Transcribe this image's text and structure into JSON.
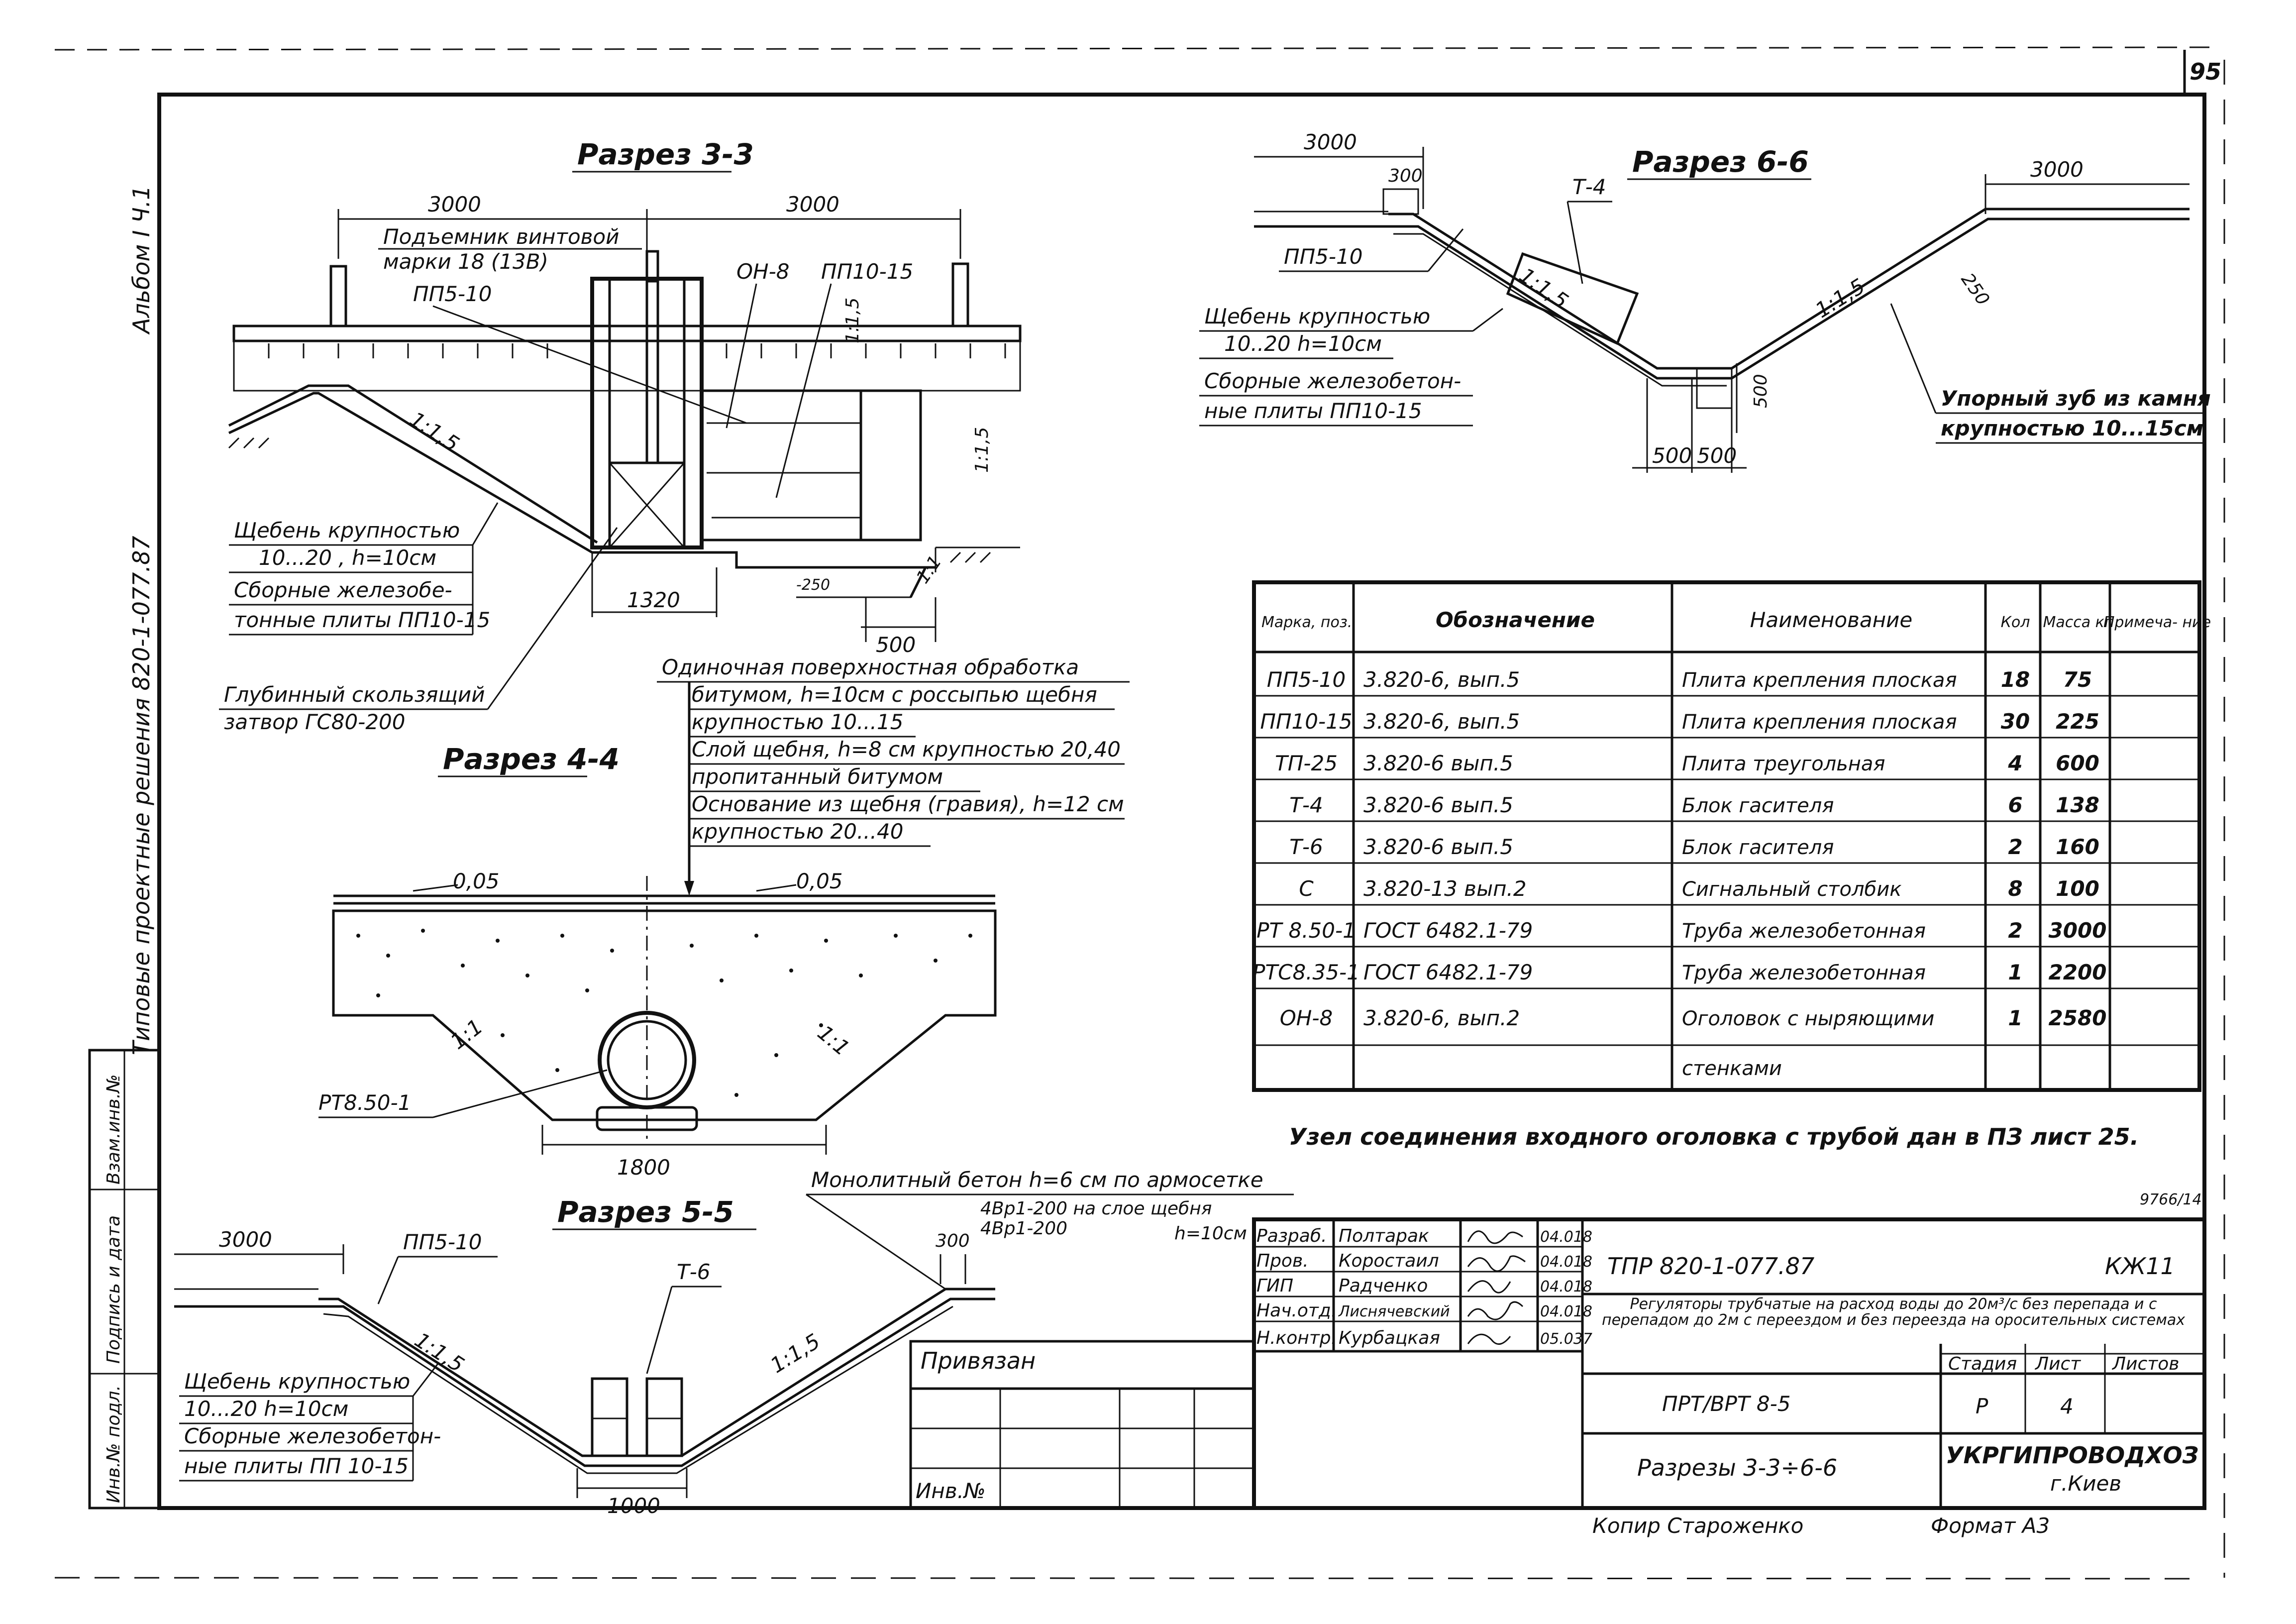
{
  "page_number": "95",
  "side_text": {
    "album": "Альбом I Ч.1",
    "series": "Типовые проектные решения 820-1-077.87"
  },
  "stamp_left": [
    "Инв.№ подл.",
    "Подпись и дата",
    "Взам.инв.№"
  ],
  "section_33": {
    "title": "Разрез 3-3",
    "dim_left": "3000",
    "dim_right": "3000",
    "lift_label_1": "Подъемник винтовой",
    "lift_label_2": "марки 18 (13В)",
    "pp510": "ПП5-10",
    "on8": "ОН-8",
    "pp1015": "ПП10-15",
    "slope_15": "1:1,5",
    "slope_15b": "1:1,5",
    "slope_15c": "1:1,5",
    "slope_1": "1:1",
    "gravel_1": "Щебень крупностью",
    "gravel_2": "10...20   , h=10см",
    "plates_1": "Сборные железобе-",
    "plates_2": "тонные плиты ПП10-15",
    "dim_1320": "1320",
    "dim_500": "500",
    "gate_1": "Глубинный скользящий",
    "gate_2": "затвор ГС80-200",
    "minus_250": "-250"
  },
  "treatment": {
    "l1": "Одиночная поверхностная обработка",
    "l2": "битумом, h=10см с россыпью щебня",
    "l3": "крупностью 10...15",
    "l4": "Слой щебня, h=8 см крупностью 20,40",
    "l5": "пропитанный битумом",
    "l6": "Основание из щебня (гравия), h=12 см",
    "l7": "крупностью 20...40"
  },
  "section_44": {
    "title": "Разрез 4-4",
    "slope_l": "0,05",
    "slope_r": "0,05",
    "s11a": "1:1",
    "s11b": "1:1",
    "pipe": "РТ8.50-1",
    "dim_1800": "1800"
  },
  "section_55": {
    "title": "Разрез 5-5",
    "dim_3000": "3000",
    "pp510": "ПП5-10",
    "t6": "Т-6",
    "dim_300": "300",
    "slope_l": "1:1,5",
    "slope_r": "1:1,5",
    "gravel_1": "Щебень крупностью",
    "gravel_2": "10...20    h=10см",
    "plates_1": "Сборные железобетон-",
    "plates_2": "ные плиты ПП 10-15",
    "dim_1000": "1000",
    "concrete_1": "Монолитный бетон h=6 см по армосетке",
    "concrete_2": "4Вр1-200 на слое щебня",
    "concrete_3": "4Вр1-200",
    "concrete_4": "h=10см"
  },
  "section_66": {
    "title": "Разрез 6-6",
    "dim_3000_l": "3000",
    "dim_3000_r": "3000",
    "dim_300": "300",
    "t4": "Т-4",
    "pp510": "ПП5-10",
    "slope_a": "1:1,5",
    "slope_b": "1:1,5",
    "dim_250": "250",
    "gravel_1": "Щебень крупностью",
    "gravel_2": "10..20  h=10см",
    "plates_1": "Сборные железобетон-",
    "plates_2": "ные плиты ПП10-15",
    "dim_500a": "500",
    "dim_500b": "500",
    "dim_500c": "500",
    "tooth_1": "Упорный зуб из камня",
    "tooth_2": "крупностью 10...15см"
  },
  "spec_table": {
    "headers": [
      "Марка, поз.",
      "Обозначение",
      "Наименование",
      "Кол",
      "Масса кг",
      "Примеча- ние"
    ],
    "rows": [
      [
        "ПП5-10",
        "3.820-6, вып.5",
        "Плита крепления плоская",
        "18",
        "75",
        ""
      ],
      [
        "ПП10-15",
        "3.820-6, вып.5",
        "Плита крепления плоская",
        "30",
        "225",
        ""
      ],
      [
        "ТП-25",
        "3.820-6 вып.5",
        "Плита треугольная",
        "4",
        "600",
        ""
      ],
      [
        "Т-4",
        "3.820-6 вып.5",
        "Блок гасителя",
        "6",
        "138",
        ""
      ],
      [
        "Т-6",
        "3.820-6 вып.5",
        "Блок гасителя",
        "2",
        "160",
        ""
      ],
      [
        "С",
        "3.820-13 вып.2",
        "Сигнальный столбик",
        "8",
        "100",
        ""
      ],
      [
        "РТ 8.50-1",
        "ГОСТ 6482.1-79",
        "Труба железобетонная",
        "2",
        "3000",
        ""
      ],
      [
        "РТС8.35-1",
        "ГОСТ 6482.1-79",
        "Труба железобетонная",
        "1",
        "2200",
        ""
      ],
      [
        "ОН-8",
        "3.820-6, вып.2",
        "Оголовок с ныряющими",
        "1",
        "2580",
        ""
      ],
      [
        "",
        "",
        "стенками",
        "",
        "",
        ""
      ]
    ]
  },
  "note": "Узел соединения входного оголовка с трубой дан в ПЗ лист 25.",
  "small_ref": "9766/14",
  "title_block": {
    "roles": [
      "Разраб.",
      "Пров.",
      "ГИП",
      "Нач.отд.",
      "Н.контр."
    ],
    "names": [
      "Полтарак",
      "Коростаил",
      "Радченко",
      "Лиснячевский",
      "Курбацкая"
    ],
    "dates": [
      "04.018",
      "04.018",
      "04.018",
      "04.018",
      "05.037"
    ],
    "doc_code": "ТПР 820-1-077.87",
    "sheet_code": "КЖ11",
    "desc": "Регуляторы трубчатые на расход воды до 20м³/с без перепада и с перепадом до 2м с переездом и без переезда на оросительных системах",
    "variant": "ПРТ/ВРТ 8-5",
    "stage_h": "Стадия",
    "sheet_h": "Лист",
    "sheets_h": "Листов",
    "stage": "Р",
    "sheet": "4",
    "sheets": "",
    "sheet_title": "Разрезы 3-3÷6-6",
    "org": "УКРГИПРОВОДХОЗ",
    "city": "г.Киев",
    "attached": "Привязан",
    "inv": "Инв.№"
  },
  "footer": {
    "copied": "Копир Староженко",
    "format": "Формат А3"
  }
}
